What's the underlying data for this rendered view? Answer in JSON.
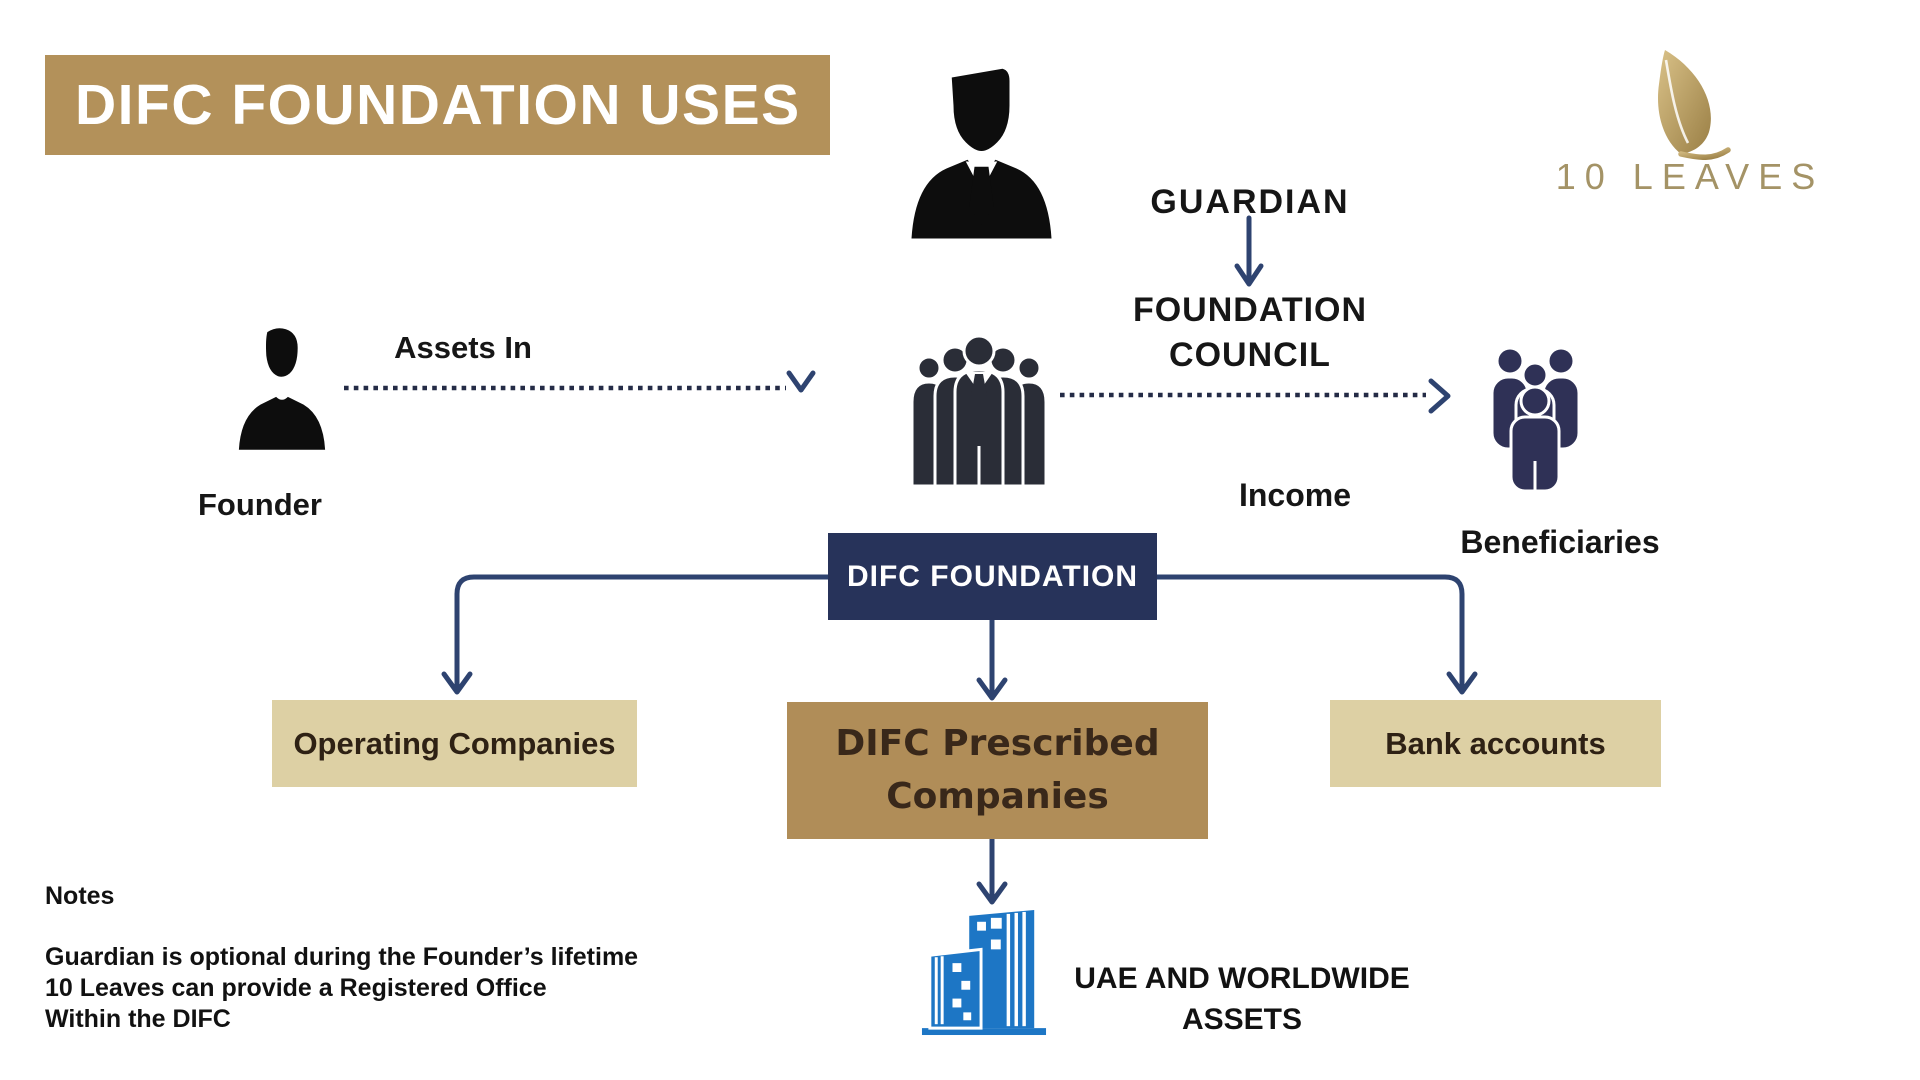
{
  "page": {
    "title": "DIFC FOUNDATION USES"
  },
  "logo": {
    "brand": "10 LEAVES"
  },
  "nodes": {
    "guardian": {
      "label": "GUARDIAN"
    },
    "foundation_council": {
      "label": "FOUNDATION COUNCIL"
    },
    "founder": {
      "label": "Founder"
    },
    "assets_in": {
      "label": "Assets In"
    },
    "income": {
      "label": "Income"
    },
    "beneficiaries": {
      "label": "Beneficiaries"
    },
    "difc_foundation": {
      "label": "DIFC FOUNDATION"
    },
    "operating_companies": {
      "label": "Operating Companies"
    },
    "prescribed_companies": {
      "label": "DIFC Prescribed Companies"
    },
    "bank_accounts": {
      "label": "Bank accounts"
    },
    "uae_assets": {
      "label": "UAE AND WORLDWIDE ASSETS"
    }
  },
  "notes": {
    "heading": "Notes",
    "lines": [
      "Guardian is optional during the Founder’s lifetime",
      "10 Leaves can provide a Registered Office",
      "Within the DIFC"
    ]
  },
  "icons": {
    "logo": "leaf-icon",
    "guardian": "businessman-icon",
    "founder": "person-silhouette-icon",
    "foundation_council": "people-group-icon",
    "beneficiaries": "family-group-icon",
    "uae_assets": "buildings-icon"
  },
  "colors": {
    "banner_gold": "#b3915a",
    "box_tan": "#ddd0a4",
    "box_gold": "#b08d58",
    "navy_box": "#27335a",
    "arrow_navy": "#2e4370",
    "dotted_navy": "#242b46",
    "building_blue": "#1d76c5",
    "beneficiaries_navy": "#2f3156",
    "council_dark": "#2a2d37",
    "icon_black": "#0d0d0d",
    "logo_gold": "#a49366",
    "text_dark": "#161616",
    "box_text_brown": "#2e2114",
    "white": "#ffffff"
  }
}
